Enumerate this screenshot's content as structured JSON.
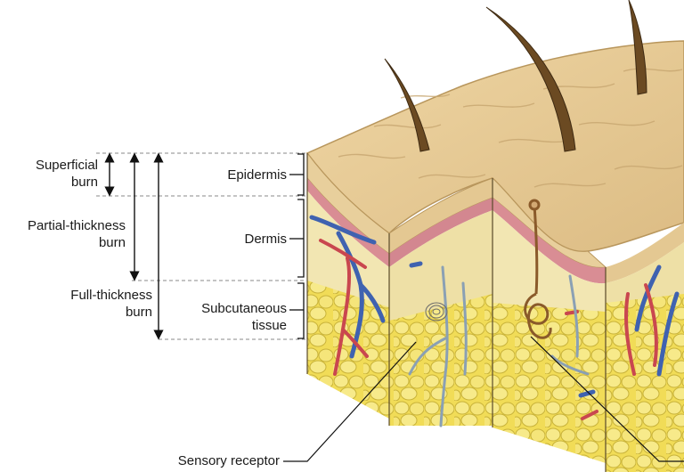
{
  "burn_labels": {
    "superficial": [
      "Superficial",
      "burn"
    ],
    "partial": [
      "Partial-thickness",
      "burn"
    ],
    "full": [
      "Full-thickness",
      "burn"
    ]
  },
  "layer_labels": {
    "epidermis": "Epidermis",
    "dermis": "Dermis",
    "subcutaneous": [
      "Subcutaneous",
      "tissue"
    ]
  },
  "callouts": {
    "sensory_receptor": "Sensory receptor"
  },
  "colors": {
    "epidermis": "#e8cf9c",
    "dermis_pink": "#d98d94",
    "dermis": "#f3e7b4",
    "fat": "#f2de5a",
    "artery": "#c9474f",
    "vein": "#3f62b0",
    "hair": "#6b4a22"
  }
}
